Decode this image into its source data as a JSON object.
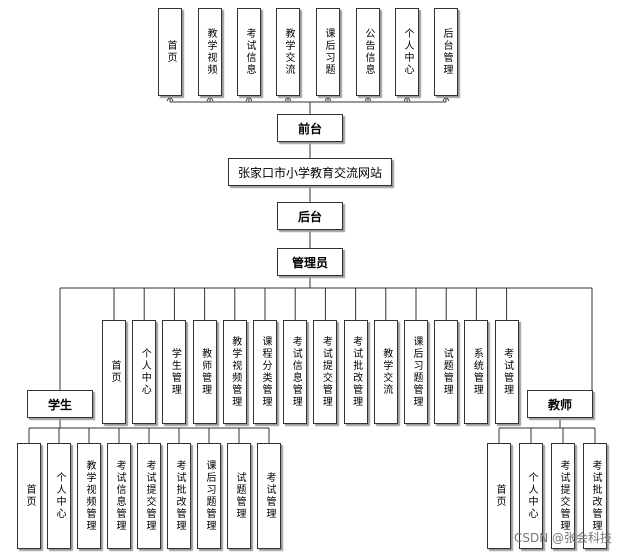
{
  "frontend": {
    "items": [
      "首页",
      "教学视频",
      "考试信息",
      "教学交流",
      "课后习题",
      "公告信息",
      "个人中心",
      "后台管理"
    ]
  },
  "nodes": {
    "frontend_label": "前台",
    "site_title": "张家口市小学教育交流网站",
    "backend_label": "后台",
    "admin_label": "管理员",
    "student_label": "学生",
    "teacher_label": "教师"
  },
  "admin": {
    "items": [
      "首页",
      "个人中心",
      "学生管理",
      "教师管理",
      "教学视频管理",
      "课程分类管理",
      "考试信息管理",
      "考试提交管理",
      "考试批改管理",
      "教学交流",
      "课后习题管理",
      "试题管理",
      "系统管理",
      "考试管理"
    ]
  },
  "student": {
    "items": [
      "首页",
      "个人中心",
      "教学视频管理",
      "考试信息管理",
      "考试提交管理",
      "考试批改管理",
      "课后习题管理",
      "试题管理",
      "考试管理"
    ]
  },
  "teacher": {
    "items": [
      "首页",
      "个人中心",
      "考试提交管理",
      "考试批改管理"
    ]
  },
  "watermark": "CSDN @张会科技"
}
